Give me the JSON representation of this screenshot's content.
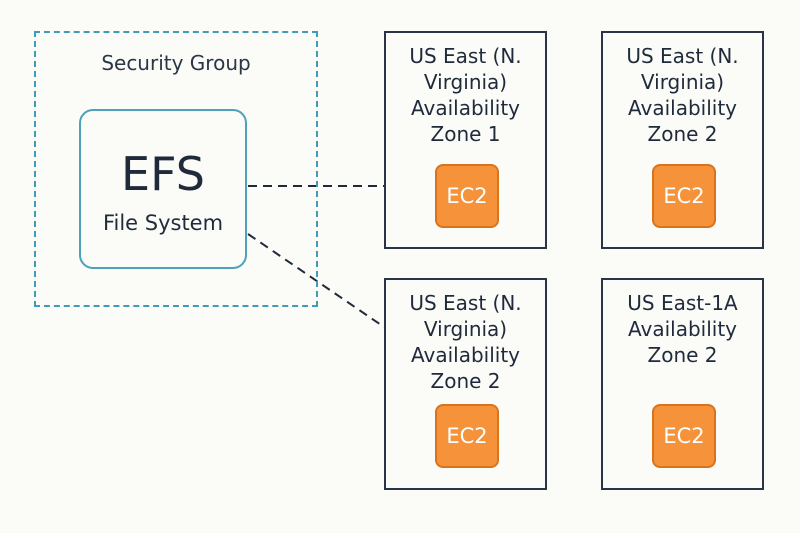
{
  "security_group": {
    "label": "Security Group"
  },
  "efs": {
    "title": "EFS",
    "subtitle": "File System"
  },
  "zones": [
    {
      "name": "US East (N. Virginia) Availability Zone 1",
      "instance": "EC2"
    },
    {
      "name": "US East (N. Virginia) Availability Zone 2",
      "instance": "EC2"
    },
    {
      "name": "US East (N. Virginia) Availability Zone 2",
      "instance": "EC2"
    },
    {
      "name": "US East-1A Availability Zone 2",
      "instance": "EC2"
    }
  ],
  "colors": {
    "background": "#fbfbf8",
    "security_group_border": "#3f9bb7",
    "efs_border": "#4aa3ba",
    "zone_border": "#2a3446",
    "ec2_fill": "#f5923a",
    "connector": "#1f2a3a"
  },
  "icons": {
    "ec2": "ec2-instance-icon"
  }
}
